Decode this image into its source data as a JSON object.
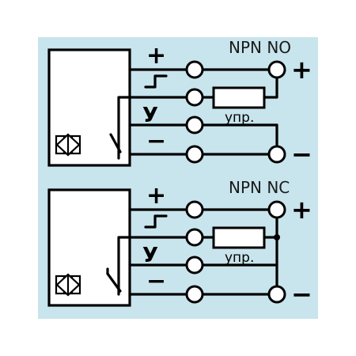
{
  "colors": {
    "background": "#c8e4ec",
    "line": "#000000",
    "fill": "#ffffff"
  },
  "panels": [
    {
      "id": "top",
      "title": "NPN NO",
      "supply_plus": "+",
      "supply_minus": "−",
      "wire_plus": "+",
      "wire_minus": "−",
      "wire_control": "У",
      "load_label": "упр.",
      "contact": "normally-open",
      "sensor_icon": "inductive-sensor-icon"
    },
    {
      "id": "bottom",
      "title": "NPN NC",
      "supply_plus": "+",
      "supply_minus": "−",
      "wire_plus": "+",
      "wire_minus": "−",
      "wire_control": "У",
      "load_label": "упр.",
      "contact": "normally-closed",
      "sensor_icon": "inductive-sensor-icon"
    }
  ]
}
